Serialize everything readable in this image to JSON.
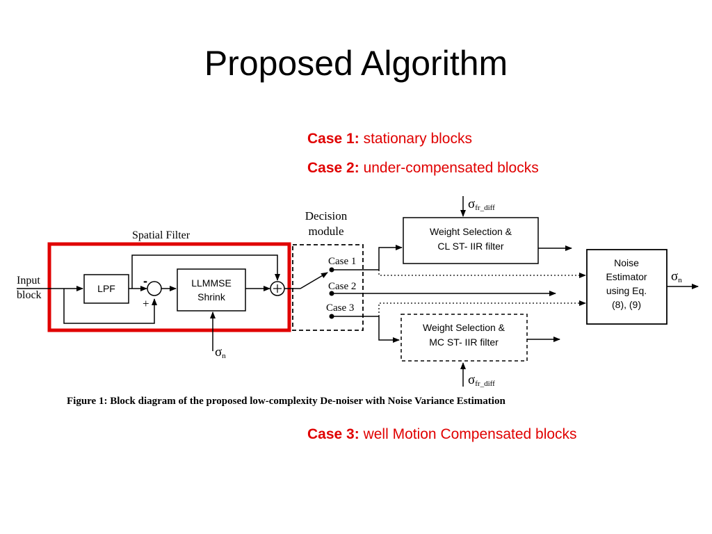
{
  "slide": {
    "title": "Proposed Algorithm",
    "cases": [
      {
        "label": "Case 1:",
        "text": "stationary blocks"
      },
      {
        "label": "Case 2:",
        "text": "under-compensated blocks"
      },
      {
        "label": "Case 3:",
        "text": "well Motion Compensated blocks"
      }
    ],
    "highlight_color": "#e00000"
  },
  "diagram": {
    "input_line1": "Input",
    "input_line2": "block",
    "spatial_filter": "Spatial Filter",
    "lpf": "LPF",
    "minus": "-",
    "plus": "+",
    "llmmse_line1": "LLMMSE",
    "llmmse_line2": "Shrink",
    "decision_line1": "Decision",
    "decision_line2": "module",
    "case1": "Case 1",
    "case2": "Case 2",
    "case3": "Case 3",
    "ws_cl_line1": "Weight Selection &",
    "ws_cl_line2": "CL ST- IIR filter",
    "ws_mc_line1": "Weight Selection &",
    "ws_mc_line2": "MC ST- IIR filter",
    "noise_line1": "Noise",
    "noise_line2": "Estimator",
    "noise_line3": "using Eq.",
    "noise_line4": "(8), (9)",
    "sigma": "σ",
    "sub_n": "n",
    "sub_fr_diff": "fr_diff",
    "caption": "Figure 1: Block diagram of the proposed low-complexity De-noiser with Noise Variance Estimation"
  }
}
